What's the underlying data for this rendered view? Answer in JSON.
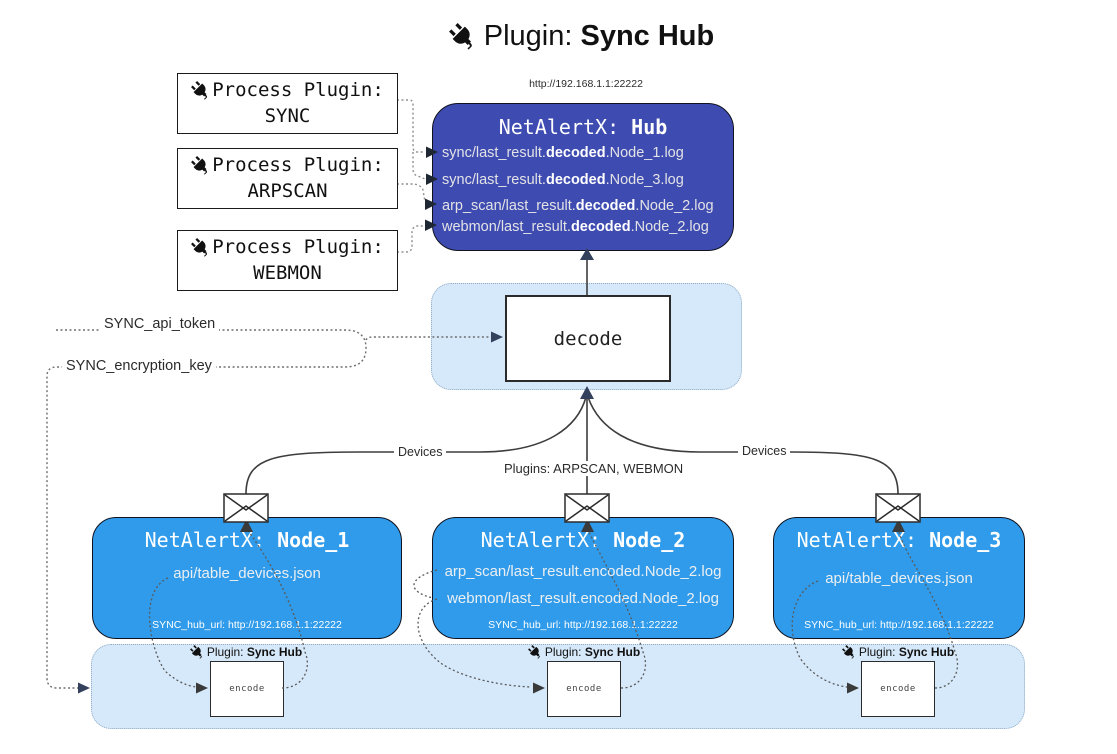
{
  "title": {
    "prefix": "Plugin: ",
    "bold": "Sync Hub"
  },
  "process_plugins": [
    {
      "label": "Process Plugin:",
      "name": "SYNC"
    },
    {
      "label": "Process Plugin:",
      "name": "ARPSCAN"
    },
    {
      "label": "Process Plugin:",
      "name": "WEBMON"
    }
  ],
  "hub": {
    "url": "http://192.168.1.1:22222",
    "title_prefix": "NetAlertX: ",
    "title_bold": "Hub",
    "logs": [
      {
        "pre": "sync/last_result.",
        "bold": "decoded",
        "post": ".Node_1.log"
      },
      {
        "pre": "sync/last_result.",
        "bold": "decoded",
        "post": ".Node_3.log"
      },
      {
        "pre": "arp_scan/last_result.",
        "bold": "decoded",
        "post": ".Node_2.log"
      },
      {
        "pre": "webmon/last_result.",
        "bold": "decoded",
        "post": ".Node_2.log"
      }
    ]
  },
  "decode": {
    "label": "decode"
  },
  "keys": {
    "api_token": "SYNC_api_token",
    "encryption_key": "SYNC_encryption_key"
  },
  "edges": {
    "devices_left": "Devices",
    "devices_right": "Devices",
    "plugins": "Plugins: ARPSCAN, WEBMON"
  },
  "nodes": [
    {
      "title_prefix": "NetAlertX: ",
      "title_bold": "Node_1",
      "lines": [
        "api/table_devices.json"
      ],
      "hub_url": "SYNC_hub_url: http://192.168.1.1:22222"
    },
    {
      "title_prefix": "NetAlertX: ",
      "title_bold": "Node_2",
      "lines": [
        "arp_scan/last_result.encoded.Node_2.log",
        "webmon/last_result.encoded.Node_2.log"
      ],
      "hub_url": "SYNC_hub_url: http://192.168.1.1:22222"
    },
    {
      "title_prefix": "NetAlertX: ",
      "title_bold": "Node_3",
      "lines": [
        "api/table_devices.json"
      ],
      "hub_url": "SYNC_hub_url: http://192.168.1.1:22222"
    }
  ],
  "encoders": [
    {
      "plugin_prefix": "Plugin: ",
      "plugin_bold": "Sync Hub",
      "label": "encode"
    },
    {
      "plugin_prefix": "Plugin: ",
      "plugin_bold": "Sync Hub",
      "label": "encode"
    },
    {
      "plugin_prefix": "Plugin: ",
      "plugin_bold": "Sync Hub",
      "label": "encode"
    }
  ],
  "colors": {
    "hub-fill": "#3e4bb0",
    "node-fill": "#2f9bea",
    "panel-fill": "#d6e9fa",
    "panel-border": "#8fa9c2",
    "ink": "#1a1a1a"
  }
}
